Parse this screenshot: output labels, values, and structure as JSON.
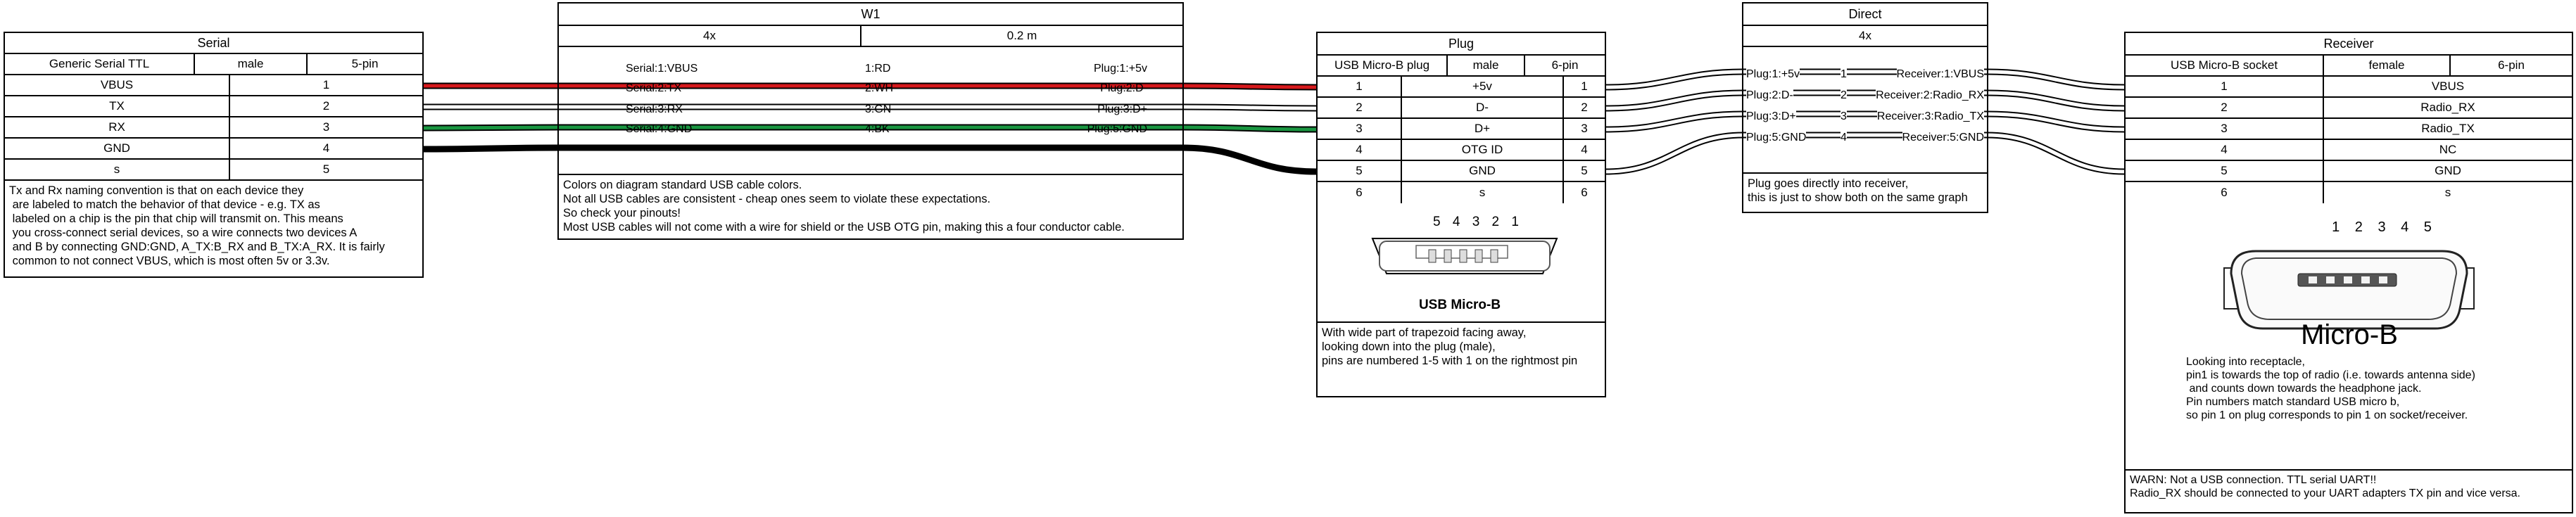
{
  "colors": {
    "red": "#d7191c",
    "white": "#ffffff",
    "green": "#1a9641",
    "black": "#000000",
    "outline": "#000000"
  },
  "serial": {
    "title": "Serial",
    "header": [
      "Generic Serial TTL",
      "male",
      "5-pin"
    ],
    "pins": [
      {
        "name": "VBUS",
        "num": "1"
      },
      {
        "name": "TX",
        "num": "2"
      },
      {
        "name": "RX",
        "num": "3"
      },
      {
        "name": "GND",
        "num": "4"
      },
      {
        "name": "s",
        "num": "5"
      }
    ],
    "note": "Tx and Rx naming convention is that on each device they\n are labeled to match the behavior of that device - e.g. TX as\n labeled on a chip is the pin that chip will transmit on. This means\n you cross-connect serial devices, so a wire connects two devices A\n and B by connecting GND:GND, A_TX:B_RX and B_TX:A_RX. It is fairly\n common to not connect VBUS, which is most often 5v or 3.3v."
  },
  "w1": {
    "title": "W1",
    "header": [
      "4x",
      "0.2 m"
    ],
    "rows": [
      {
        "from": "Serial:1:VBUS",
        "wire": "1:RD",
        "to": "Plug:1:+5v"
      },
      {
        "from": "Serial:2:TX",
        "wire": "2:WH",
        "to": "Plug:2:D-"
      },
      {
        "from": "Serial:3:RX",
        "wire": "3:GN",
        "to": "Plug:3:D+"
      },
      {
        "from": "Serial:4:GND",
        "wire": "4:BK",
        "to": "Plug:5:GND"
      }
    ],
    "note": "Colors on diagram standard USB cable colors.\nNot all USB cables are consistent - cheap ones seem to violate these expectations.\nSo check your pinouts!\nMost USB cables will not come with a wire for shield or the USB OTG pin, making this a four conductor cable."
  },
  "plug": {
    "title": "Plug",
    "header": [
      "USB Micro-B plug",
      "male",
      "6-pin"
    ],
    "pins": [
      {
        "left": "1",
        "name": "+5v",
        "right": "1"
      },
      {
        "left": "2",
        "name": "D-",
        "right": "2"
      },
      {
        "left": "3",
        "name": "D+",
        "right": "3"
      },
      {
        "left": "4",
        "name": "OTG ID",
        "right": "4"
      },
      {
        "left": "5",
        "name": "GND",
        "right": "5"
      },
      {
        "left": "6",
        "name": "s",
        "right": "6"
      }
    ],
    "image_pin_labels": "5 4 3 2 1",
    "image_caption": "USB Micro-B",
    "note": "With wide part of trapezoid facing away,\nlooking down into the plug (male),\npins are numbered 1-5 with 1 on the rightmost pin"
  },
  "direct": {
    "title": "Direct",
    "header": "4x",
    "rows": [
      {
        "from": "Plug:1:+5v",
        "wire": "1",
        "to": "Receiver:1:VBUS"
      },
      {
        "from": "Plug:2:D-",
        "wire": "2",
        "to": "Receiver:2:Radio_RX"
      },
      {
        "from": "Plug:3:D+",
        "wire": "3",
        "to": "Receiver:3:Radio_TX"
      },
      {
        "from": "Plug:5:GND",
        "wire": "4",
        "to": "Receiver:5:GND"
      }
    ],
    "note": "Plug goes directly into receiver,\nthis is just to show both on the same graph"
  },
  "receiver": {
    "title": "Receiver",
    "header": [
      "USB Micro-B socket",
      "female",
      "6-pin"
    ],
    "pins": [
      {
        "num": "1",
        "name": "VBUS"
      },
      {
        "num": "2",
        "name": "Radio_RX"
      },
      {
        "num": "3",
        "name": "Radio_TX"
      },
      {
        "num": "4",
        "name": "NC"
      },
      {
        "num": "5",
        "name": "GND"
      },
      {
        "num": "6",
        "name": "s"
      }
    ],
    "image_pin_labels": "1 2 3 4 5",
    "image_caption": "Micro-B",
    "note": "Looking into receptacle,\npin1 is towards the top of radio (i.e. towards antenna side)\n and counts down towards the headphone jack.\nPin numbers match standard USB micro b,\nso pin 1 on plug corresponds to pin 1 on socket/receiver.",
    "warning": "WARN: Not a USB connection. TTL serial UART!!\nRadio_RX should be connected to your UART adapters TX pin and vice versa."
  }
}
